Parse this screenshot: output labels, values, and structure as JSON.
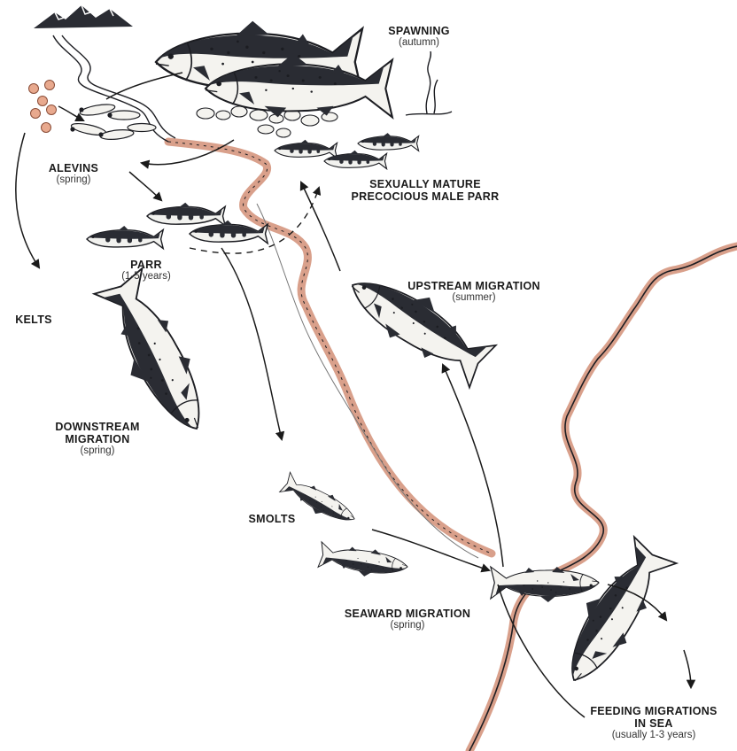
{
  "colors": {
    "ink": "#1c1d22",
    "fish_back": "#2a2c33",
    "fish_belly": "#f4f3ef",
    "spawn_blush": "#e9b9a6",
    "river_fill": "#d9a08b",
    "egg": "#e8a98e",
    "arrow": "#1a1a1a"
  },
  "icons": {
    "mountains": "mountain-range-icon",
    "eggs": "salmon-eggs-icon",
    "seaweed": "seaweed-icon"
  },
  "labels": {
    "spawning": {
      "title": "SPAWNING",
      "sub": "(autumn)"
    },
    "alevins": {
      "title": "ALEVINS",
      "sub": "(spring)"
    },
    "precocious": {
      "line1": "SEXUALLY MATURE",
      "line2": "PRECOCIOUS MALE PARR"
    },
    "parr": {
      "title": "PARR",
      "sub": "(1-5 years)"
    },
    "kelts": {
      "title": "KELTS"
    },
    "upstream": {
      "title": "UPSTREAM MIGRATION",
      "sub": "(summer)"
    },
    "downstream": {
      "line1": "DOWNSTREAM",
      "line2": "MIGRATION",
      "sub": "(spring)"
    },
    "smolts": {
      "title": "SMOLTS"
    },
    "seaward": {
      "title": "SEAWARD MIGRATION",
      "sub": "(spring)"
    },
    "feeding": {
      "line1": "FEEDING MIGRATIONS",
      "line2": "IN SEA",
      "sub": "(usually 1-3 years)"
    }
  }
}
